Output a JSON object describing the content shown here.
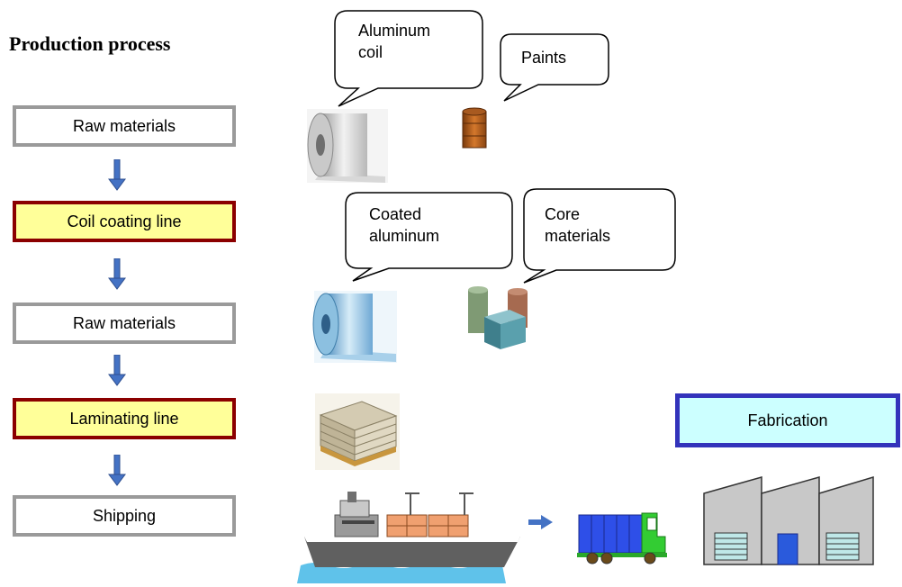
{
  "title": "Production process",
  "steps": [
    {
      "label": "Raw materials"
    },
    {
      "label": "Coil coating line"
    },
    {
      "label": "Raw materials"
    },
    {
      "label": "Laminating line"
    },
    {
      "label": "Shipping"
    }
  ],
  "callouts": {
    "aluminum_coil": [
      "Aluminum",
      "coil"
    ],
    "paints": [
      "Paints"
    ],
    "coated_aluminum": [
      "Coated",
      "aluminum"
    ],
    "core_materials": [
      "Core",
      "materials"
    ]
  },
  "fabrication": "Fabrication",
  "colors": {
    "step_border_plain": "#9a9a9a",
    "step_border_highlight": "#8b0000",
    "step_fill_highlight": "#ffff99",
    "fabrication_border": "#3333bb",
    "fabrication_fill": "#ccffff",
    "arrow": "#4472c4",
    "truck_body": "#2e4fe8",
    "truck_cab": "#33cc33"
  },
  "icons": [
    "aluminum-coil-icon",
    "paint-barrel-icon",
    "coated-coil-icon",
    "core-materials-icon",
    "laminated-panels-icon",
    "cargo-ship-icon",
    "truck-icon",
    "factory-icon"
  ]
}
